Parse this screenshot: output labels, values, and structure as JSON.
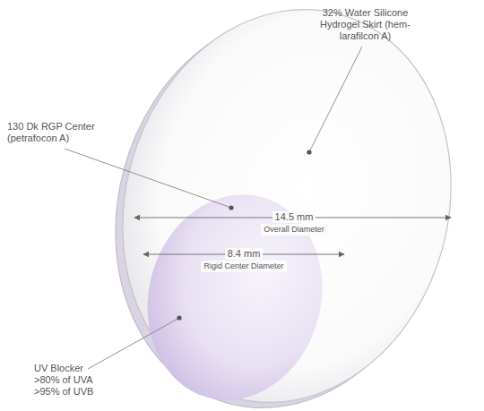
{
  "diagram": {
    "labels": [
      "32% Water Silicone Hydrogel Skirt (hem-larafilcon A)",
      "130 Dk RGP Center (petrafocon A)",
      "14.5 mm",
      "Overall Diameter",
      "8.4 mm",
      "Rigid Center Diameter",
      "UV Blocker >80% of UVA >95% of UVB"
    ]
  }
}
